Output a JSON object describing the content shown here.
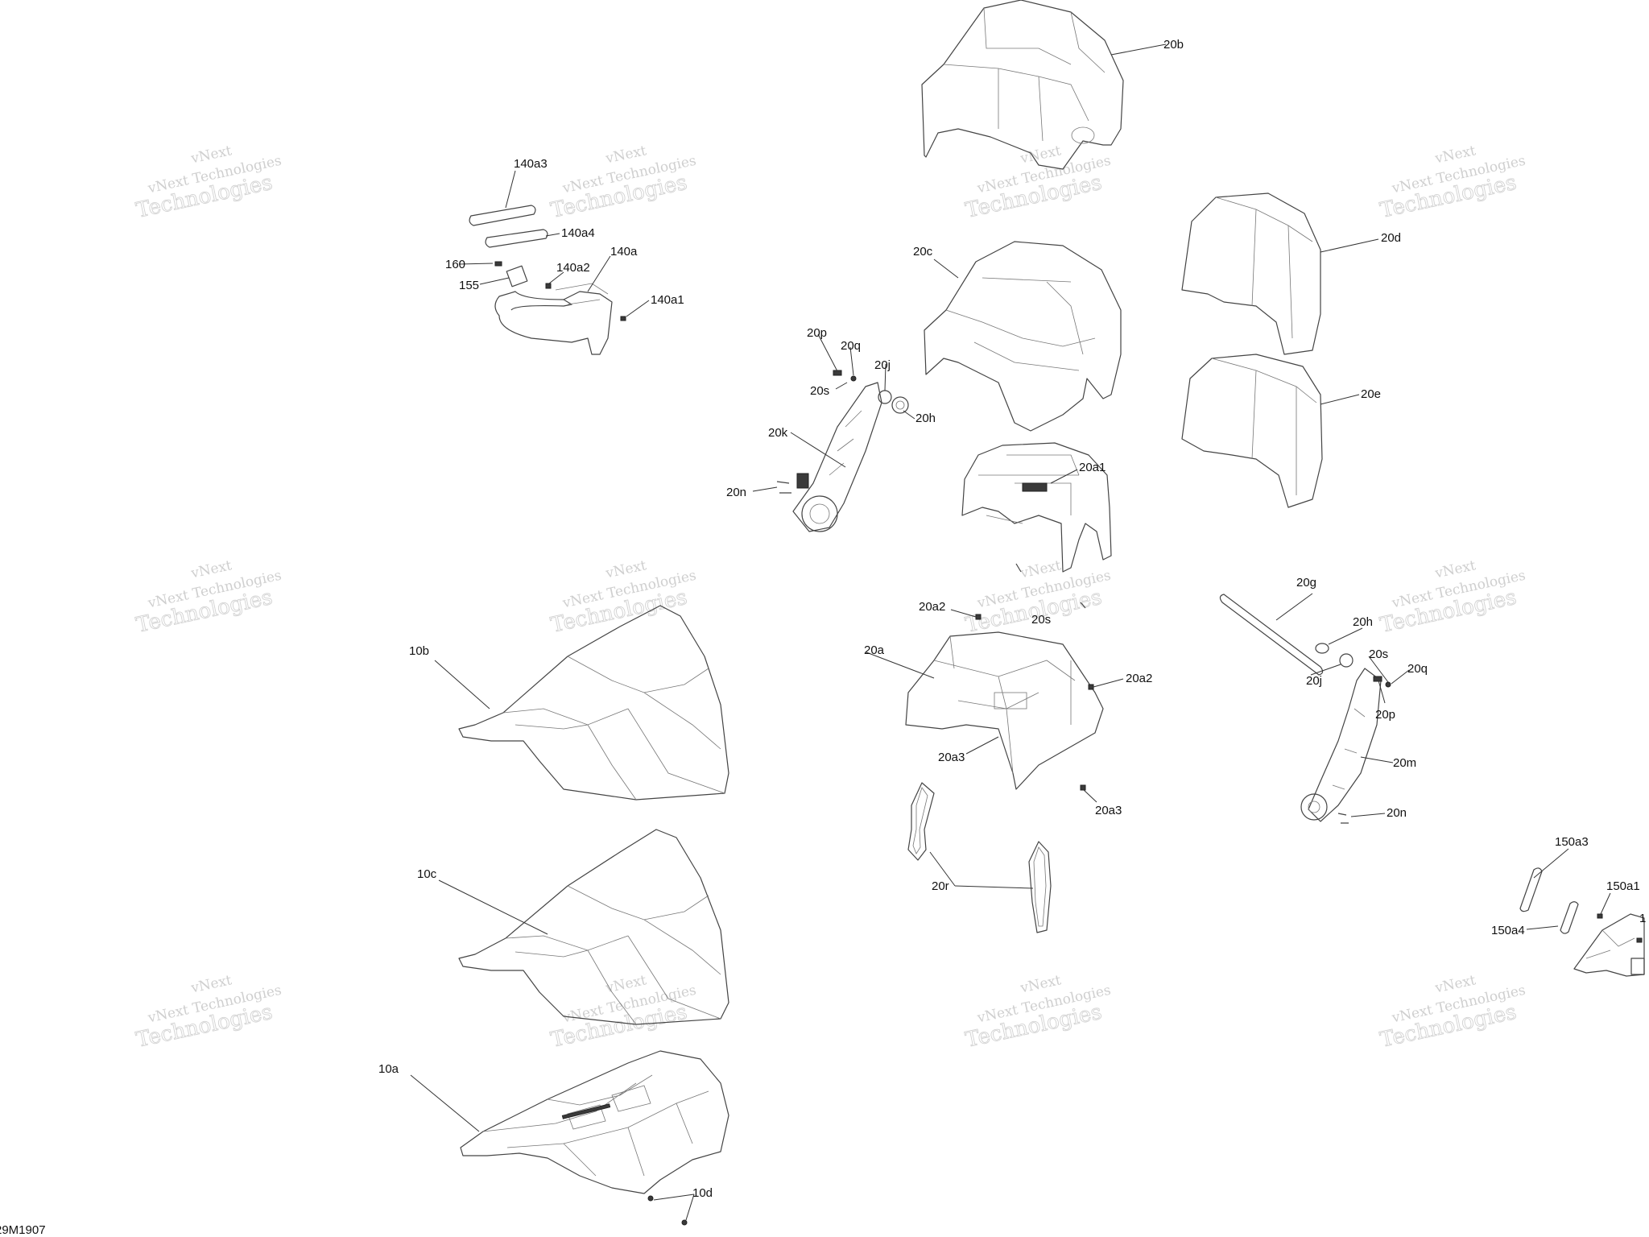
{
  "diagram_code": "29M1907",
  "watermark": {
    "line1": "vNext Technologies",
    "line2": "Technologies",
    "line3": "vNext"
  },
  "callouts": {
    "c140a3": "140a3",
    "c140a4": "140a4",
    "c140a": "140a",
    "c160": "160",
    "c140a2": "140a2",
    "c155": "155",
    "c140a1": "140a1",
    "c20b": "20b",
    "c20c": "20c",
    "c20d": "20d",
    "c20e": "20e",
    "c20p_l": "20p",
    "c20q_l": "20q",
    "c20j_l": "20j",
    "c20s_l": "20s",
    "c20h_l": "20h",
    "c20k": "20k",
    "c20n_l": "20n",
    "c20a1": "20a1",
    "c20g": "20g",
    "c20h_r": "20h",
    "c20s_r": "20s",
    "c20q_r": "20q",
    "c20j_r": "20j",
    "c20p_r": "20p",
    "c20m": "20m",
    "c20n_r": "20n",
    "c20a2_t": "20a2",
    "c20s_c": "20s",
    "c20a": "20a",
    "c20a2_r": "20a2",
    "c20a3_l": "20a3",
    "c20a3_r": "20a3",
    "c20r": "20r",
    "c10b": "10b",
    "c10c": "10c",
    "c10a": "10a",
    "c10d": "10d",
    "c150a3": "150a3",
    "c150a1": "150a1",
    "c150a4": "150a4",
    "c1": "1"
  }
}
